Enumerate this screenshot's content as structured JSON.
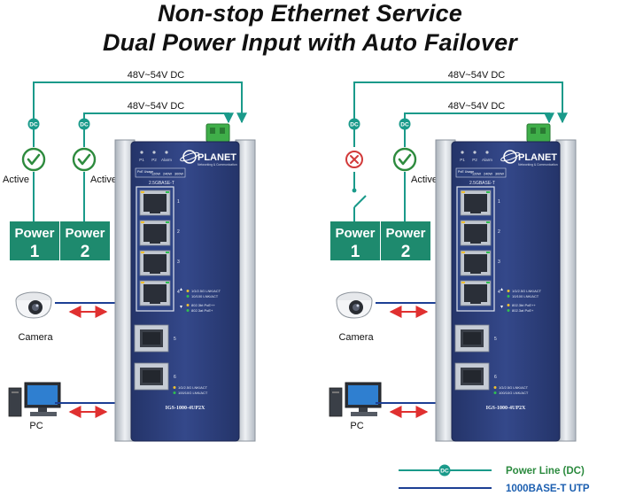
{
  "title_line1": "Non-stop Ethernet Service",
  "title_line2": "Dual Power Input with Auto Failover",
  "voltage_label": "48V~54V DC",
  "dc_badge": "DC",
  "active_label": "Active",
  "power_word": "Power",
  "power_numbers": [
    "1",
    "2"
  ],
  "camera_label": "Camera",
  "pc_label": "PC",
  "brand": "PLANET",
  "brand_tagline": "Networking & Communication",
  "model": "IGS-1000-4UP2X",
  "port_group_label": "2.5GBASE-T",
  "led_labels": [
    "P1",
    "P2",
    "Alarm"
  ],
  "poe_usage_label": "PoE Usage",
  "poe_usage_values": [
    "120W",
    "240W",
    "300W"
  ],
  "port_numbers": [
    "1",
    "2",
    "3",
    "4",
    "5",
    "6"
  ],
  "copper_led_legend": [
    "1G/2.5G LNK/ACT",
    "10/100 LNK/ACT",
    "802.3bt PoE++",
    "802.3at PoE+"
  ],
  "sfp_led_legend": [
    "1G/2.5G LNK/ACT",
    "100/10G LNK/ACT"
  ],
  "legend": {
    "power_line": "Power Line (DC)",
    "utp": "1000BASE-T UTP"
  },
  "colors": {
    "power_line": "#1a9a8a",
    "utp": "#1c3f94",
    "power_box": "#1e8a6e",
    "active_check": "#2e8b3e",
    "failed": "#d23a3a",
    "arrow": "#e03030",
    "switch_body": "#2c3f7a"
  }
}
